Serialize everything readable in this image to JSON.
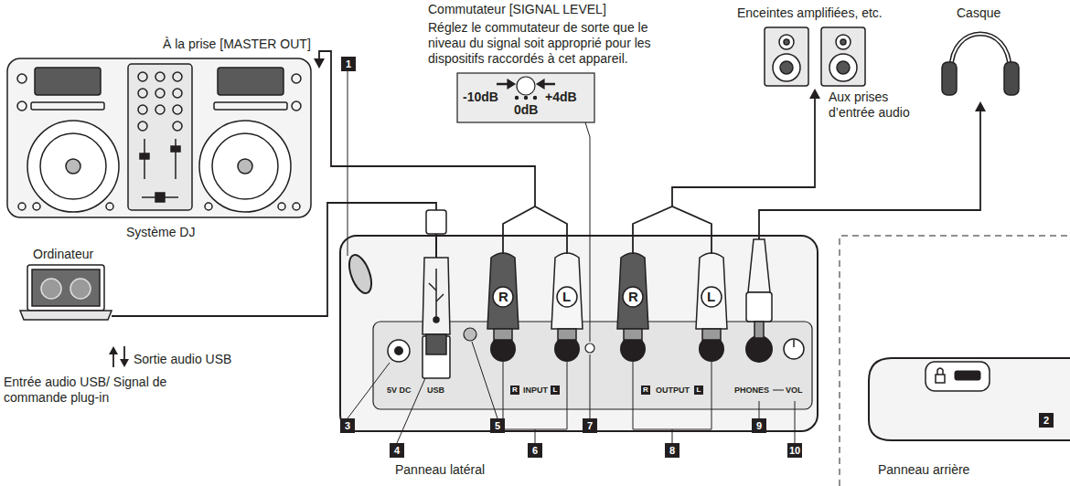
{
  "diagram": {
    "labels": [
      "Commutateur [SIGNAL LEVEL]",
      "Réglez le commutateur de sorte que le niveau du signal soit approprié pour les dispositifs raccordés à cet appareil.",
      "À la prise [MASTER OUT]",
      "-10dB",
      "0dB",
      "+4dB",
      "Enceintes amplifiées, etc.",
      "Casque",
      "Aux prises d’entrée audio",
      "1",
      "Système DJ",
      "Ordinateur",
      "R",
      "L",
      "R",
      "L",
      "5V DC",
      "USB",
      "R",
      "INPUT",
      "L",
      "R",
      "OUTPUT",
      "L",
      "PHONES",
      "VOL",
      "Sortie audio USB",
      "Entrée audio USB/ Signal de commande plug-in",
      "3",
      "4",
      "5",
      "6",
      "7",
      "8",
      "9",
      "10",
      "Panneau latéral",
      "2",
      "Panneau arrière"
    ]
  }
}
